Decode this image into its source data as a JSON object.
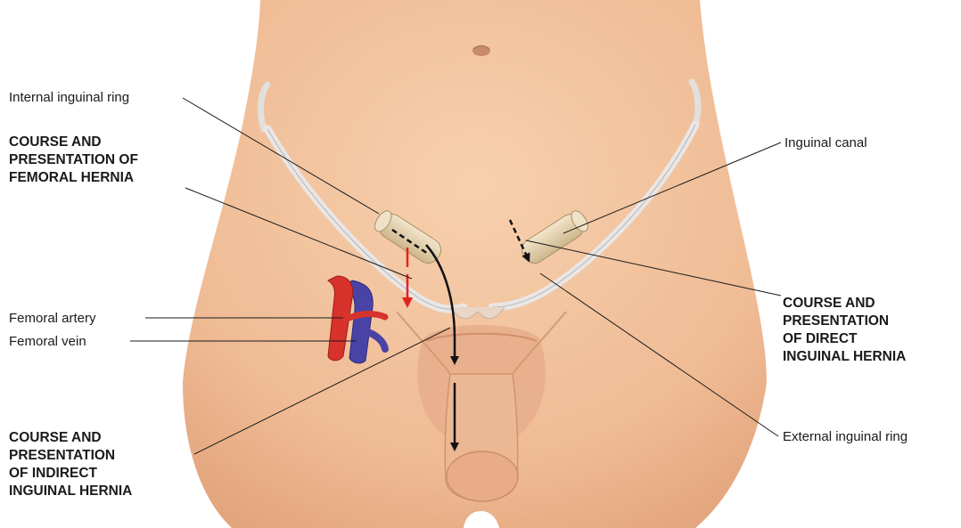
{
  "labels": {
    "internal_ring": "Internal inguinal ring",
    "femoral_hernia": "COURSE AND\nPRESENTATION OF\nFEMORAL HERNIA",
    "femoral_artery": "Femoral artery",
    "femoral_vein": "Femoral vein",
    "indirect_hernia": "COURSE AND\nPRESENTATION\nOF INDIRECT\nINGUINAL HERNIA",
    "inguinal_canal": "Inguinal canal",
    "direct_hernia": "COURSE AND\nPRESENTATION\nOF DIRECT\nINGUINAL HERNIA",
    "external_ring": "External inguinal ring"
  },
  "colors": {
    "skin": "#f2c39e",
    "skin_shadow": "#dca07c",
    "ligament": "#e9e6e6",
    "canal": "#e6d3b0",
    "artery": "#d8322c",
    "vein": "#4a43a6",
    "femoral_arrow": "#e32222",
    "leader": "#1a1a1a"
  },
  "icons": {
    "indirect_path": "solid-black-arrow-icon",
    "direct_path": "dashed-black-arrow-icon",
    "femoral_path": "red-arrow-icon"
  }
}
